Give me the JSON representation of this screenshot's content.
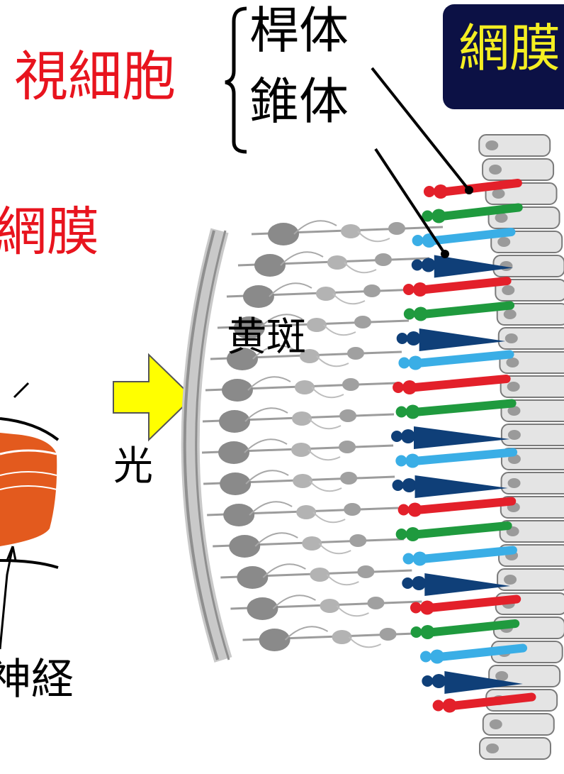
{
  "labels": {
    "visual_cell": "視細胞",
    "rod": "桿体",
    "cone": "錐体",
    "retina": "網膜",
    "macula": "黄斑",
    "light": "光",
    "optic_nerve": "神経"
  },
  "title_box": {
    "text": "網膜"
  },
  "colors": {
    "red_label": "#e8141e",
    "title_bg": "#0c1145",
    "title_text": "#f4ee22",
    "arrow_fill": "#ffff00",
    "tissue": "#e35a1e",
    "photoreceptor_red": "#e3202a",
    "photoreceptor_green": "#1f9a3e",
    "photoreceptor_blue": "#3aaee6",
    "cone_dark": "#0f3f78"
  },
  "photoreceptors": [
    "red",
    "green",
    "blue",
    "cone",
    "red",
    "green",
    "cone",
    "blue",
    "red",
    "green",
    "cone",
    "blue",
    "cone",
    "red",
    "green",
    "blue",
    "cone",
    "red",
    "green",
    "blue",
    "cone",
    "red"
  ]
}
